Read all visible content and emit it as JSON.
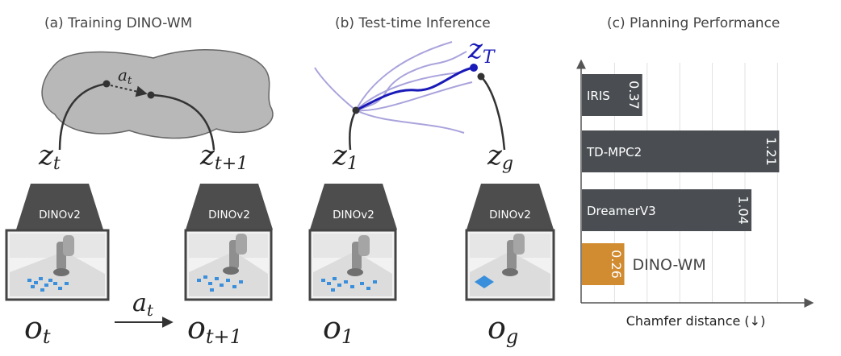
{
  "panels": {
    "training": {
      "title": "(a) Training DINO-WM",
      "action_label": "a",
      "action_sub": "t",
      "z_left": "z",
      "z_left_sub": "t",
      "z_right": "z",
      "z_right_sub": "t+1",
      "encoder_left": "DINOv2",
      "encoder_right": "DINOv2",
      "obs_left": "o",
      "obs_left_sub": "t",
      "obs_right": "o",
      "obs_right_sub": "t+1",
      "bottom_action": "a",
      "bottom_action_sub": "t"
    },
    "inference": {
      "title": "(b) Test-time Inference",
      "z_target": "z",
      "z_target_sub": "T",
      "z_start": "z",
      "z_start_sub": "1",
      "z_goal": "z",
      "z_goal_sub": "g",
      "encoder_left": "DINOv2",
      "encoder_right": "DINOv2",
      "obs_left": "o",
      "obs_left_sub": "1",
      "obs_right": "o",
      "obs_right_sub": "g"
    },
    "planning": {
      "title": "(c) Planning Performance",
      "xlabel": "Chamfer distance (↓)"
    }
  },
  "colors": {
    "bar_default": "#4a4e52",
    "bar_highlight": "#d18b31",
    "target_blue": "#1a1ab8",
    "traj_light": "#a9a3dc"
  },
  "chart_data": {
    "type": "bar",
    "orientation": "horizontal",
    "categories": [
      "IRIS",
      "TD-MPC2",
      "DreamerV3",
      "DINO-WM"
    ],
    "values": [
      0.37,
      1.21,
      1.04,
      0.26
    ],
    "highlight": "DINO-WM",
    "title": "(c) Planning Performance",
    "xlabel": "Chamfer distance (↓)",
    "xlim": [
      0,
      1.4
    ],
    "grid": true
  }
}
